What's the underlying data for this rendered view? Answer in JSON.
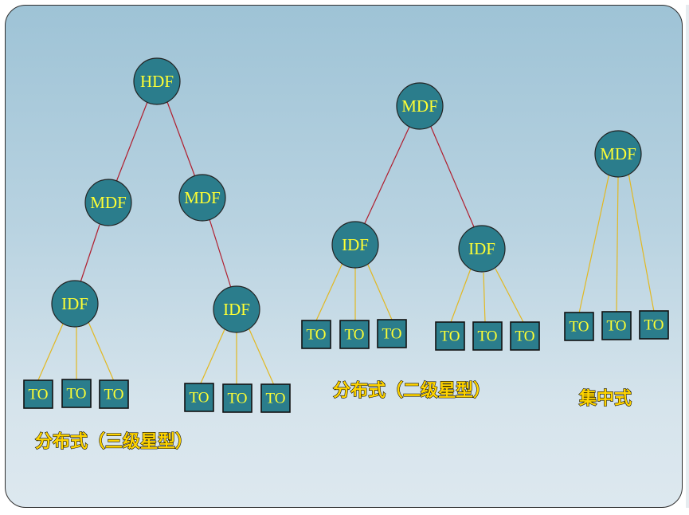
{
  "nodes": {
    "hdf": "HDF",
    "mdf": "MDF",
    "idf": "IDF",
    "to": "TO"
  },
  "captions": {
    "three_level": "分布式（三级星型）",
    "two_level": "分布式（二级星型）",
    "centralized": "集中式"
  },
  "colors": {
    "node_fill": "#2b7d8c",
    "node_text": "#ffff33",
    "backbone_line": "#b01e2e",
    "horizontal_line": "#e2b820",
    "caption_text": "#ffd400"
  }
}
